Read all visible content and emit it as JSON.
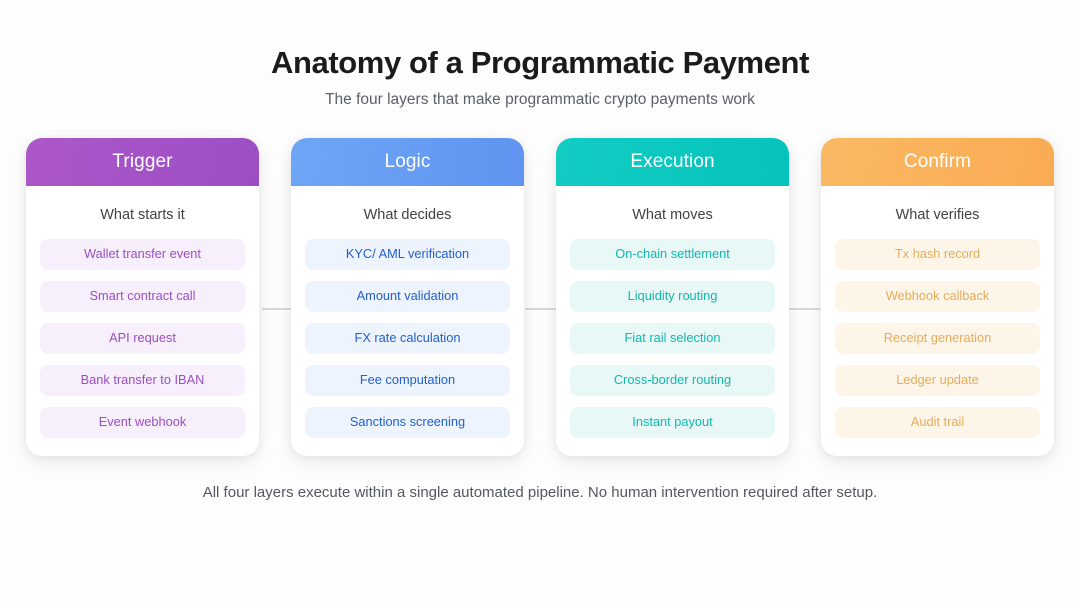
{
  "header": {
    "title": "Anatomy of a Programmatic Payment",
    "subtitle": "The four layers that make programmatic crypto payments work"
  },
  "columns": [
    {
      "key": "trigger",
      "label": "Trigger",
      "subtitle": "What starts it",
      "header_color": "#a352c6",
      "pill_bg": "#f7effb",
      "pill_text": "#9a4fc2",
      "items": [
        "Wallet transfer event",
        "Smart contract call",
        "API request",
        "Bank transfer to IBAN",
        "Event webhook"
      ]
    },
    {
      "key": "logic",
      "label": "Logic",
      "subtitle": "What decides",
      "header_color": "#679df4",
      "pill_bg": "#eef4fd",
      "pill_text": "#1f5fcf",
      "items": [
        "KYC/ AML verification",
        "Amount validation",
        "FX rate calculation",
        "Fee computation",
        "Sanctions screening"
      ]
    },
    {
      "key": "execution",
      "label": "Execution",
      "subtitle": "What moves",
      "header_color": "#0cc8bf",
      "pill_bg": "#e8f8f7",
      "pill_text": "#10b8b0",
      "items": [
        "On-chain settlement",
        "Liquidity routing",
        "Fiat rail selection",
        "Cross-border routing",
        "Instant payout"
      ]
    },
    {
      "key": "confirm",
      "label": "Confirm",
      "subtitle": "What verifies",
      "header_color": "#fab25b",
      "pill_bg": "#fdf5e8",
      "pill_text": "#e7ac5a",
      "items": [
        "Tx hash record",
        "Webhook callback",
        "Receipt generation",
        "Ledger update",
        "Audit trail"
      ]
    }
  ],
  "footer": {
    "note": "All four layers execute within a single automated pipeline. No human intervention required after setup."
  },
  "connectors": {
    "color": "#d8d9dd",
    "count": 3
  }
}
